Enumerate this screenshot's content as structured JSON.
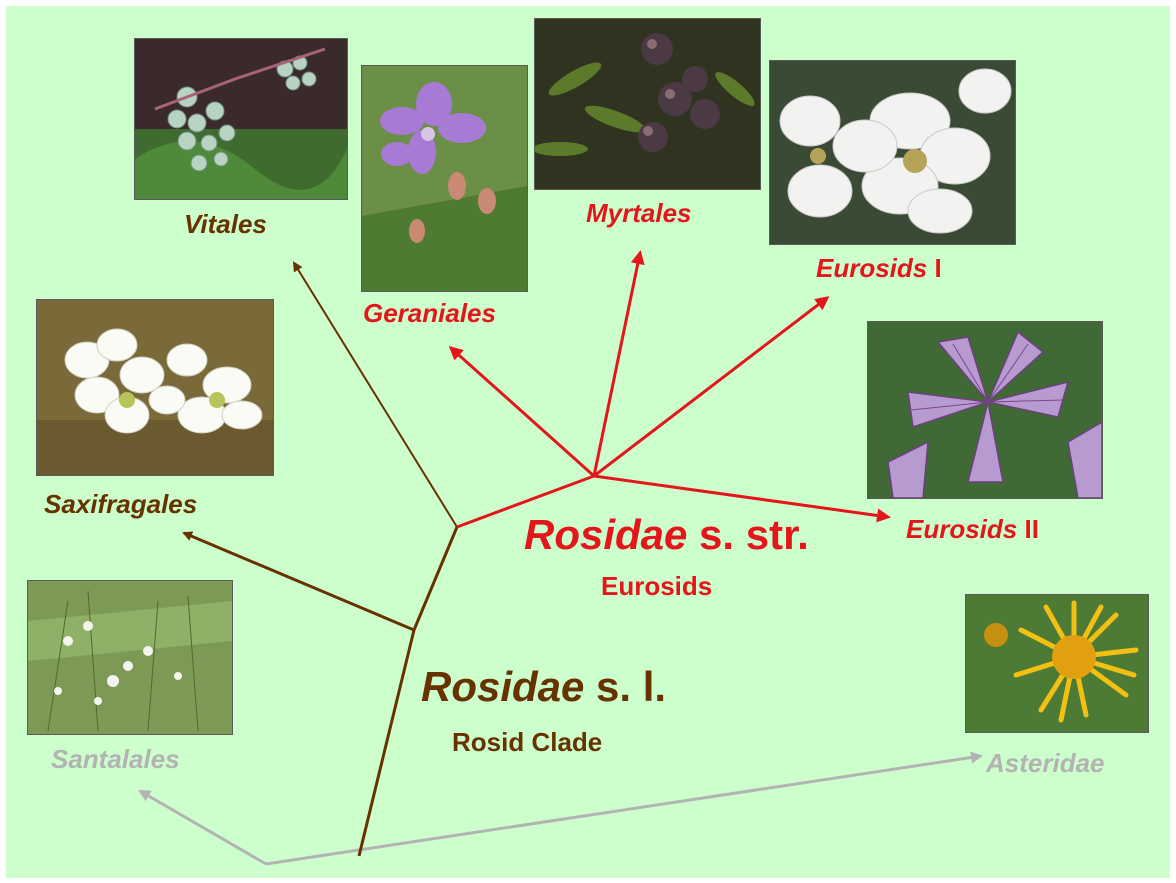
{
  "colors": {
    "background": "#ccffcc",
    "rosidae_sl_branch": "#663300",
    "eurosid_branch": "#e3161b",
    "outgroup_branch": "#b3b3b3"
  },
  "clades": {
    "vitales": "Vitales",
    "geraniales": "Geraniales",
    "myrtales": "Myrtales",
    "eurosids_1_name": "Eurosids",
    "eurosids_1_num": " I",
    "eurosids_2_name": "Eurosids",
    "eurosids_2_num": " II",
    "saxifragales": "Saxifragales",
    "santalales": "Santalales",
    "asteridae": "Asteridae"
  },
  "groups": {
    "rosidae_sstr_name": "Rosidae",
    "rosidae_sstr_suffix": " s. str.",
    "rosidae_sstr_common": "Eurosids",
    "rosidae_sl_name": "Rosidae",
    "rosidae_sl_suffix": " s. l.",
    "rosidae_sl_common": "Rosid Clade"
  },
  "photos": [
    "grape berries (Vitales)",
    "purple geranium flower (Geraniales)",
    "dark berries with leaves (Myrtales)",
    "white apple blossoms (Eurosids I)",
    "pink-veined flowers (Eurosids II)",
    "white saxifrage flowers (Saxifragales)",
    "small white flowers in grass (Santalales)",
    "yellow composite flower (Asteridae)"
  ]
}
